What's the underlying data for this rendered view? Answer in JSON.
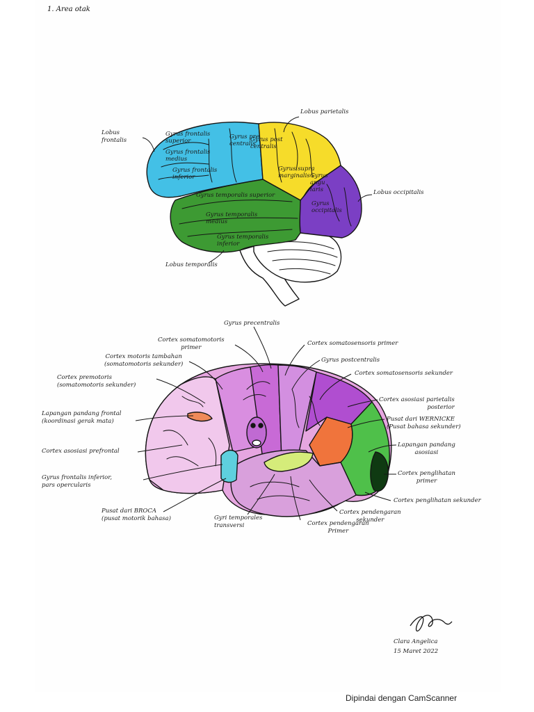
{
  "title": "1. Area otak",
  "lateral_view": {
    "outer_labels": {
      "lobus_frontalis": "Lobus\nfrontalis",
      "lobus_parietalis": "Lobus parietalis",
      "lobus_occipitalis": "Lobus occipitalis",
      "lobus_temporalis": "Lobus temporalis"
    },
    "inner_labels": {
      "gyrus_frontalis_superior": "Gyrus frontalis\nsuperior",
      "gyrus_frontalis_medius": "Gyrus frontalis\nmedius",
      "gyrus_frontalis_inferior": "Gyrus frontalis\ninferior",
      "gyrus_precentralis": "Gyrus pre\ncentralis",
      "gyrus_postcentralis": "Gyrus post\ncentralis",
      "gyrus_supramarginalis": "Gyrus supra\nmarginalis",
      "gyrus_angularis": "Gyrus\nangu\nlaris",
      "gyrus_occipitalis": "Gyrus\noccipitalis",
      "gyrus_temporalis_superior": "Gyrus temporalis superior",
      "gyrus_temporalis_medius": "Gyrus temporalis\nmedius",
      "gyrus_temporalis_inferior": "Gyrus temporalis\ninferior"
    },
    "colors": {
      "frontal": "#43c0e6",
      "parietal": "#f6dc2a",
      "occipital": "#7b3fc4",
      "temporal": "#3d9a33",
      "cerebellum": "#ffffff"
    }
  },
  "functional_view": {
    "labels": {
      "gyrus_precentralis": "Gyrus precentralis",
      "cortex_somatomotoris_primer": "Cortex somatomotoris\nprimer",
      "cortex_motoris_tambahan": "Cortex motoris tambahan\n(somatomotoris sekunder)",
      "cortex_premotoris": "Cortex premotoris\n(somatomotoris sekunder)",
      "lapangan_pandang_frontal": "Lapangan pandang frontal\n(koordinasi gerak mata)",
      "cortex_asosiasi_prefrontal": "Cortex asosiasi prefrontal",
      "gyrus_frontalis_inferior": "Gyrus frontalis inferior,\npars opercularis",
      "pusat_broca": "Pusat dari BROCA\n(pusat motorik bahasa)",
      "gyri_temporales_transversi": "Gyri temporales\ntransversi",
      "cortex_pendengaran_primer": "Cortex pendengaran\nPrimer",
      "cortex_pendengaran_sekunder": "Cortex pendengaran\nsekunder",
      "cortex_somatosensoris_primer": "Cortex somatosensoris primer",
      "gyrus_postcentralis": "Gyrus postcentralis",
      "cortex_somatosensoris_sekunder": "Cortex somatosensoris sekunder",
      "cortex_asosiasi_parietalis": "Cortex asosiasi parietalis\nposterior",
      "pusat_wernicke": "Pusat dari WERNICKE\n(Pusat bahasa sekunder)",
      "lapangan_pandang_asosiasi": "Lapangan pandang\nasosiasi",
      "cortex_penglihatan_primer": "Cortex penglihatan\nprimer",
      "cortex_penglihatan_sekunder": "Cortex penglihatan sekunder"
    },
    "colors": {
      "base": "#e6a6e0",
      "frontal_light": "#f1c8ec",
      "motor_strip": "#c86ad6",
      "premotor": "#d98ee0",
      "frontal_eye_field": "#f08a5a",
      "broca": "#5ed0de",
      "wernicke": "#f0743c",
      "auditory": "#d5ec7a",
      "visual_assoc": "#4fc04a",
      "visual_primary": "#0f3a12",
      "parietal_assoc": "#b04ed0",
      "temporal": "#d9a0dc"
    }
  },
  "signature": {
    "name": "Clara Angelica",
    "date": "15 Maret 2022"
  },
  "footer": "Dipindai dengan CamScanner"
}
